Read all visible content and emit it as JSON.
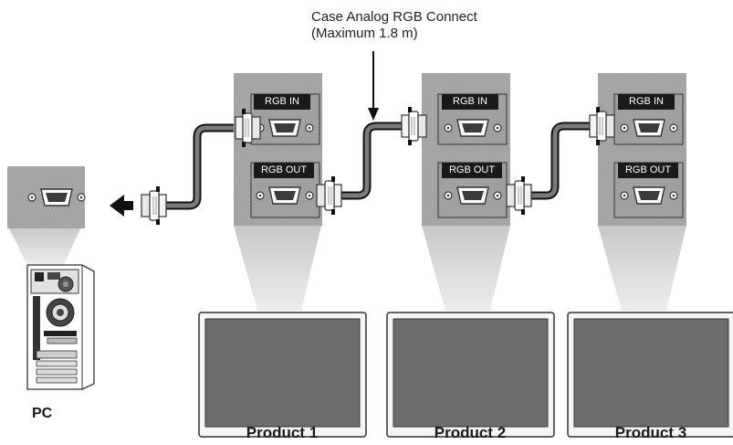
{
  "callout": {
    "line1": "Case Analog RGB Connect",
    "line2": "(Maximum 1.8 m)"
  },
  "pc": {
    "label": "PC"
  },
  "products": [
    {
      "label": "Product 1",
      "port_in": "RGB IN",
      "port_out": "RGB OUT"
    },
    {
      "label": "Product 2",
      "port_in": "RGB IN",
      "port_out": "RGB OUT"
    },
    {
      "label": "Product 3",
      "port_in": "RGB IN",
      "port_out": "RGB OUT"
    }
  ],
  "colors": {
    "panel_gray": "#a8a8a8",
    "panel_dot": "#8c8c8c",
    "port_box": "#9a9a9a",
    "label_bg": "#1a1a1a",
    "cable": "#6e6e6e",
    "screen": "#6d6d6d",
    "bezel": "#e9e9e9",
    "funnel": "#d6d6d6"
  },
  "icons": [
    "vga-port-icon",
    "vga-plug-icon",
    "arrow-left-icon",
    "pc-tower-icon",
    "monitor-icon"
  ]
}
